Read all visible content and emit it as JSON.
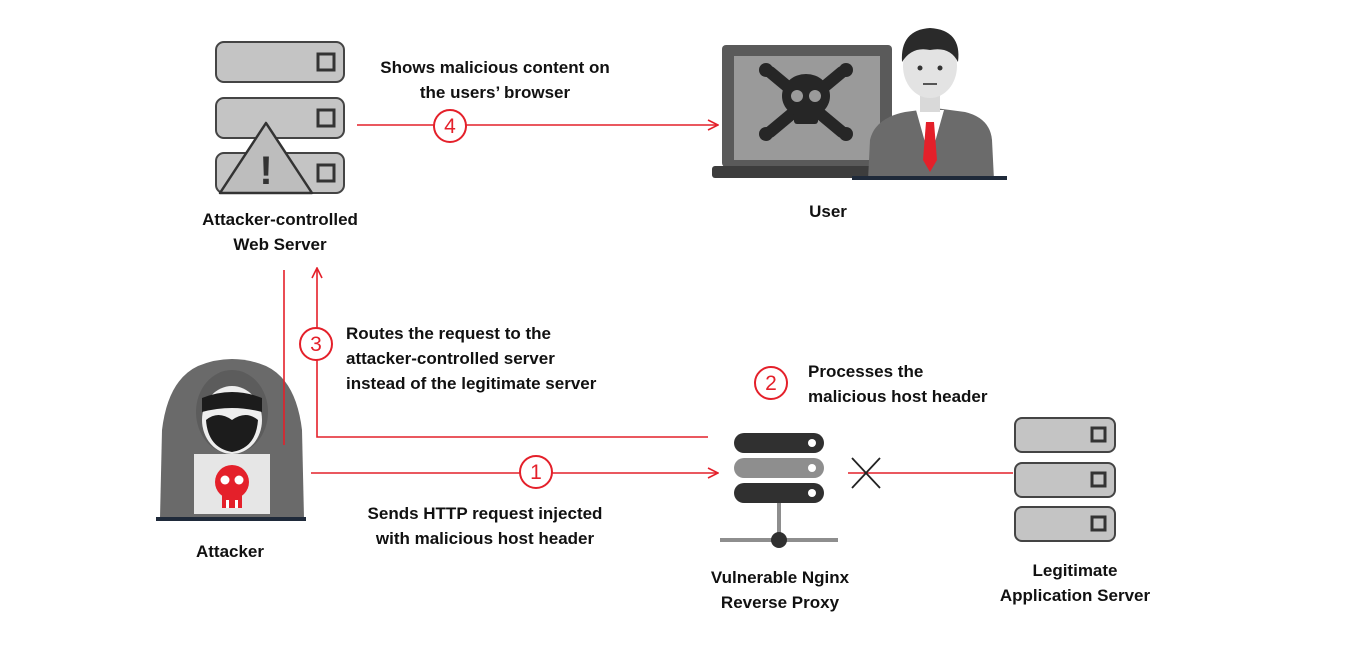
{
  "colors": {
    "arrow": "#e4202a",
    "server_fill": "#bdbdbd",
    "dark": "#3a3a3a"
  },
  "nodes": {
    "attacker_server": {
      "lines": [
        "Attacker-controlled",
        "Web Server"
      ]
    },
    "user": {
      "lines": [
        "User"
      ]
    },
    "attacker": {
      "lines": [
        "Attacker"
      ]
    },
    "proxy": {
      "lines": [
        "Vulnerable Nginx",
        "Reverse Proxy"
      ]
    },
    "legit_server": {
      "lines": [
        "Legitimate",
        "Application Server"
      ]
    }
  },
  "steps": [
    {
      "number": "1",
      "lines": [
        "Sends HTTP request injected",
        "with malicious host header"
      ]
    },
    {
      "number": "2",
      "lines": [
        "Processes the",
        "malicious host header"
      ]
    },
    {
      "number": "3",
      "lines": [
        "Routes the request to the",
        "attacker-controlled server",
        "instead of the legitimate server"
      ]
    },
    {
      "number": "4",
      "lines": [
        "Shows malicious content on",
        "the users’ browser"
      ]
    }
  ],
  "icons": {
    "attacker_server": "server-stack-warning-icon",
    "user": "laptop-user-skull-icon",
    "attacker": "hooded-hacker-icon",
    "proxy": "network-server-icon",
    "legit_server": "server-stack-icon",
    "blocked": "x-mark-icon"
  }
}
